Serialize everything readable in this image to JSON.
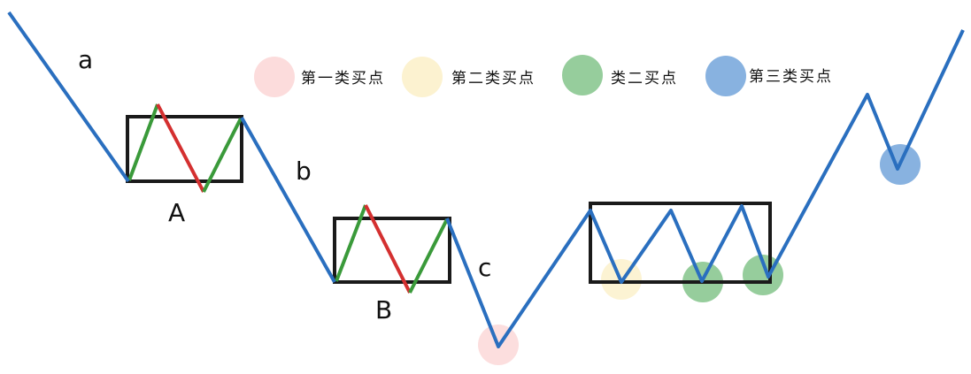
{
  "labels": {
    "a": "a",
    "b": "b",
    "c": "c",
    "A": "A",
    "B": "B"
  },
  "legend": [
    {
      "key": "buy1",
      "label": "第一类买点",
      "color": "#fbd0d0"
    },
    {
      "key": "buy2",
      "label": "第二类买点",
      "color": "#fbeec0"
    },
    {
      "key": "buy2like",
      "label": "类二买点",
      "color": "#7cc083"
    },
    {
      "key": "buy3",
      "label": "第三类买点",
      "color": "#6a9fd8"
    }
  ],
  "colors": {
    "trend": "#2a6fbf",
    "up_stroke": "#3a9a3a",
    "down_stroke": "#d43030",
    "box": "#1a1a1a"
  }
}
